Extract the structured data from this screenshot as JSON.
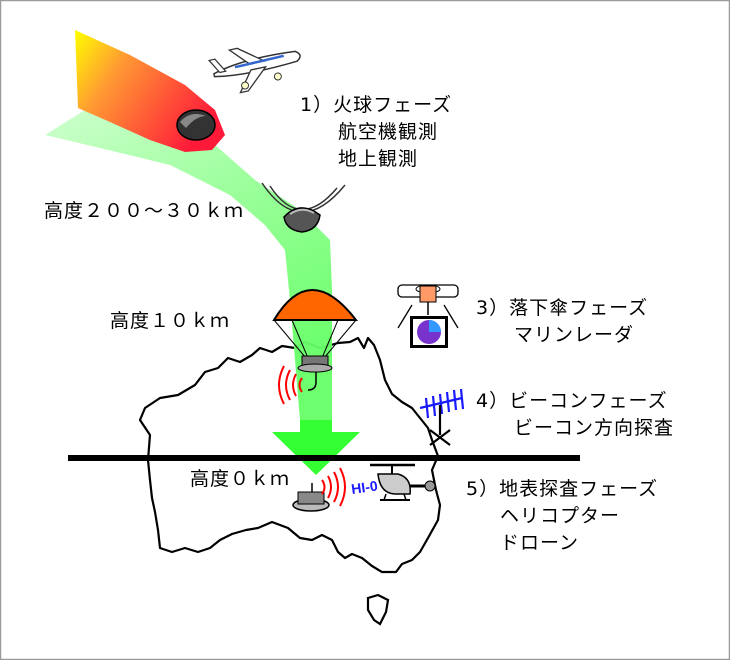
{
  "phases": [
    {
      "number": "1）",
      "lines": [
        "火球フェーズ",
        "航空機観測",
        "地上観測"
      ]
    },
    {
      "number": "3）",
      "lines": [
        "落下傘フェーズ",
        "マリンレーダ"
      ]
    },
    {
      "number": "4）",
      "lines": [
        "ビーコンフェーズ",
        "ビーコン方向探査"
      ]
    },
    {
      "number": "5）",
      "lines": [
        "地表探査フェーズ",
        "ヘリコプター",
        "ドローン"
      ]
    }
  ],
  "altitudes": {
    "high": "高度２００～３０ｋｍ",
    "mid": "高度１０ｋｍ",
    "ground": "高度０ｋｍ"
  },
  "icons": {
    "airplane": "airplane-icon",
    "fireball": "fireball-icon",
    "capsule": "capsule-icon",
    "parachute": "parachute-icon",
    "radar_station": "marine-radar-icon",
    "yagi_antenna": "yagi-antenna-icon",
    "helicopter": "helicopter-icon",
    "beacon_waves": "beacon-signal-icon"
  },
  "beacon_tag": "HI-0",
  "colors": {
    "trail_green": "#66ff66",
    "trail_light": "#ccffcc",
    "fireball_red": "#ff1a1a",
    "fireball_yellow": "#ffff00",
    "parachute_orange": "#ff6600",
    "beacon_red": "#ff0000",
    "radio_blue": "#1a1aff"
  }
}
